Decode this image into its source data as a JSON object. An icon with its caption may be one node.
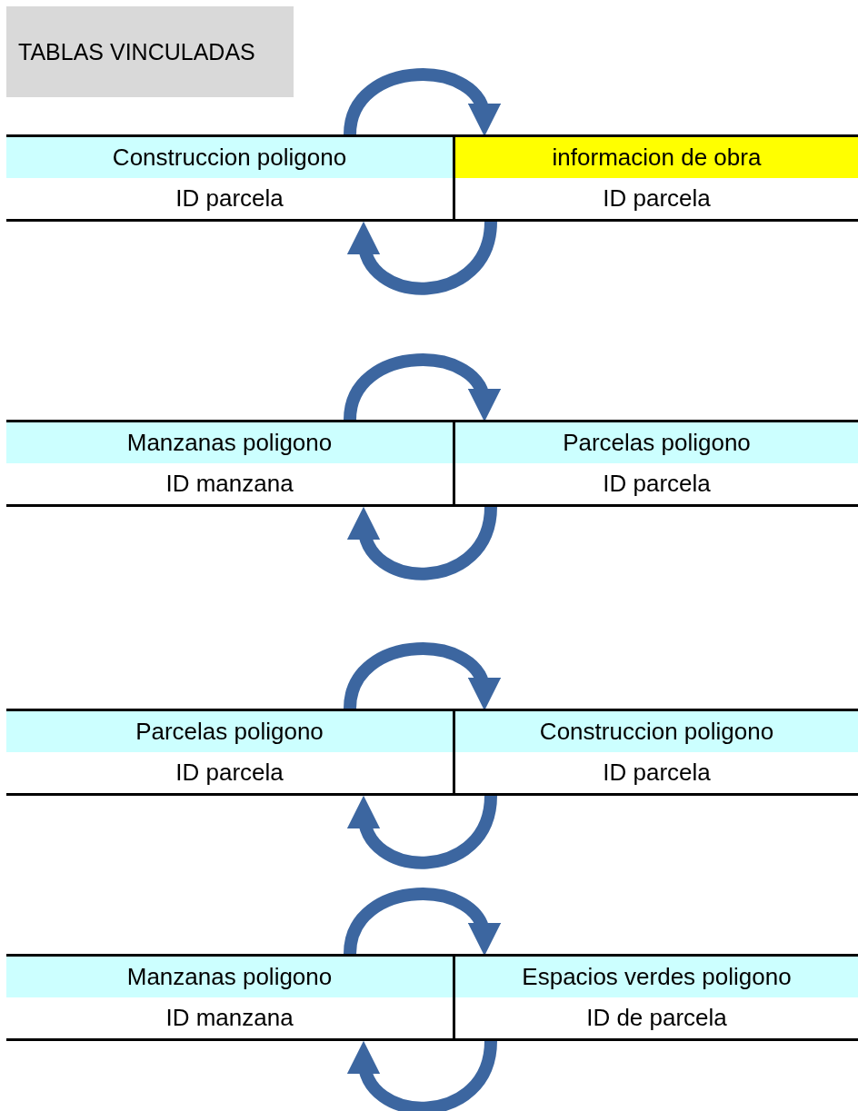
{
  "diagram": {
    "title": "TABLAS VINCULADAS",
    "nodes": [
      {
        "text": [
          "Construccion  poligono",
          "ID parcela"
        ]
      },
      {
        "text": [
          "informacion de obra",
          "ID parcela"
        ]
      },
      {
        "text": [
          "Manzanas  poligono",
          "ID  manzana"
        ]
      },
      {
        "text": [
          "Parcelas poligono",
          "ID parcela"
        ]
      },
      {
        "text": [
          "Parcelas poligono",
          "ID parcela"
        ]
      },
      {
        "text": [
          "Construccion  poligono",
          "ID parcela"
        ]
      },
      {
        "text": [
          "Manzanas  poligono",
          "ID  manzana"
        ]
      },
      {
        "text": [
          "Espacios verdes poligono",
          "ID de parcela"
        ]
      }
    ],
    "edges": [
      {
        "from": 0,
        "to": 1,
        "arrow": "to"
      },
      {
        "from": 1,
        "to": 0,
        "arrow": "to"
      },
      {
        "from": 2,
        "to": 3,
        "arrow": "to"
      },
      {
        "from": 3,
        "to": 2,
        "arrow": "to"
      },
      {
        "from": 4,
        "to": 5,
        "arrow": "to"
      },
      {
        "from": 5,
        "to": 4,
        "arrow": "to"
      },
      {
        "from": 6,
        "to": 7,
        "arrow": "to"
      },
      {
        "from": 7,
        "to": 6,
        "arrow": "to"
      }
    ]
  }
}
